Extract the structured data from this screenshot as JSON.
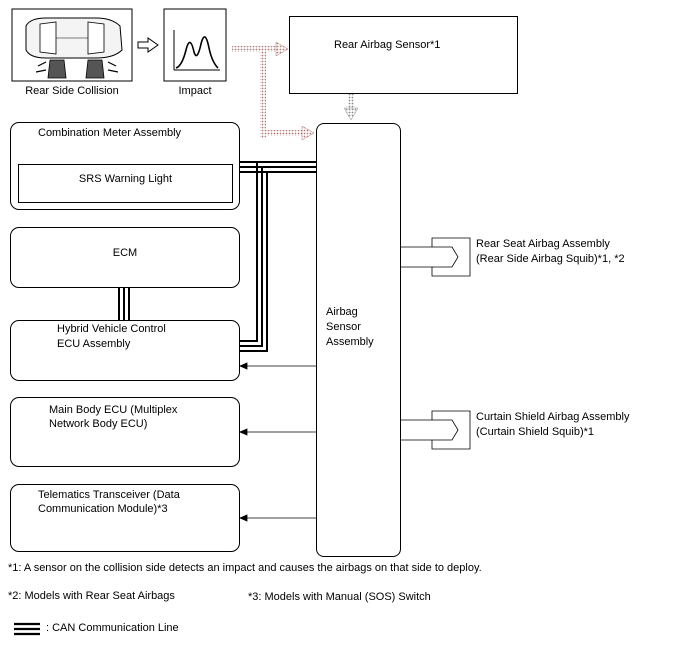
{
  "top": {
    "collision_label": "Rear Side Collision",
    "impact_label": "Impact",
    "rear_sensor_label": "Rear Airbag Sensor*1"
  },
  "left_boxes": {
    "combination_meter": "Combination Meter Assembly",
    "srs_warning_light": "SRS Warning Light",
    "ecm": "ECM",
    "hybrid_ecu_line1": "Hybrid Vehicle Control",
    "hybrid_ecu_line2": "ECU Assembly",
    "main_body_line1": "Main Body ECU (Multiplex",
    "main_body_line2": "Network Body ECU)",
    "telematics_line1": "Telematics Transceiver (Data",
    "telematics_line2": "Communication Module)*3"
  },
  "center": {
    "line1": "Airbag",
    "line2": "Sensor",
    "line3": "Assembly"
  },
  "right_boxes": {
    "rear_seat_line1": "Rear Seat Airbag Assembly",
    "rear_seat_line2": "(Rear Side Airbag Squib)*1, *2",
    "curtain_line1": "Curtain Shield Airbag Assembly",
    "curtain_line2": "(Curtain Shield Squib)*1"
  },
  "notes": {
    "note1": "*1: A sensor on the collision side detects an impact and causes the airbags on that side to deploy.",
    "note2": "*2: Models with Rear Seat Airbags",
    "note3": "*3: Models with Manual (SOS) Switch",
    "legend_can": ": CAN Communication Line"
  },
  "colors": {
    "impact_arrow": "#c89a96",
    "line": "#000000"
  }
}
